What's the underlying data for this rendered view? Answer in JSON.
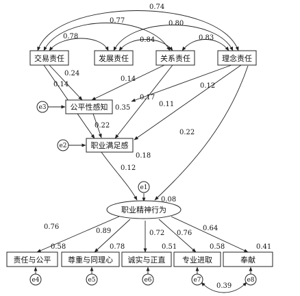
{
  "nodes": {
    "jiaoyi": "交易责任",
    "fazhan": "发展责任",
    "guanxi": "关系责任",
    "linian": "理念责任",
    "gongping": "公平性感知",
    "zhiye_manzu": "职业满足感",
    "jingshen": "职业精神行为",
    "zeren_gongping": "责任与公平",
    "zunzhong": "尊重与同理心",
    "chengshi": "诚实与正直",
    "zhuanye": "专业进取",
    "fengxian": "奉献"
  },
  "errors": {
    "e1": "e1",
    "e2": "e2",
    "e3": "e3",
    "e4": "e4",
    "e5": "e5",
    "e6": "e6",
    "e7": "e7",
    "e8": "e8"
  },
  "coefficients": {
    "cov_jiaoyi_linian": "0.74",
    "cov_jiaoyi_guanxi": "0.77",
    "cov_fazhan_linian": "0.80",
    "cov_jiaoyi_fazhan": "0.78",
    "cov_fazhan_guanxi": "0.84",
    "cov_guanxi_linian": "0.83",
    "jiaoyi_to_gongping": "0.24",
    "jiaoyi_to_manzu": "0.14",
    "fazhan_to_gongping": "0.14",
    "guanxi_to_manzu": "0.17",
    "linian_to_gongping": "0.12",
    "linian_to_manzu": "0.11",
    "gongping_r2": "0.35",
    "gongping_to_manzu": "0.22",
    "linian_to_jingshen": "0.22",
    "manzu_r2": "0.18",
    "manzu_to_jingshen": "0.12",
    "jingshen_r2": "0.08",
    "load_zeren": "0.76",
    "load_zunzhong": "0.89",
    "load_chengshi": "0.72",
    "load_zhuanye": "0.76",
    "load_fengxian": "0.64",
    "r2_zeren": "0.58",
    "r2_zunzhong": "0.78",
    "r2_chengshi": "0.51",
    "r2_zhuanye": "0.58",
    "r2_fengxian": "0.41",
    "cov_e7_e8": "0.39"
  }
}
